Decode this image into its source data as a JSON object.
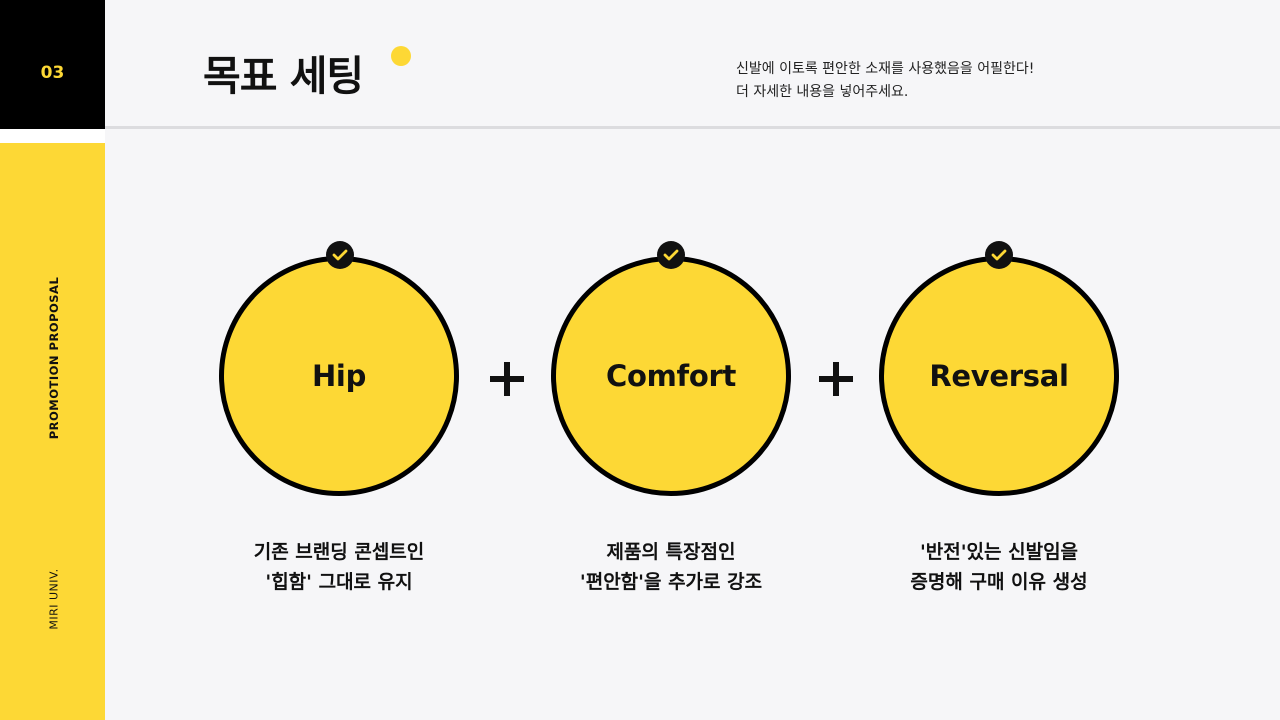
{
  "sidebar": {
    "page_number": "03",
    "vertical_label": "PROMOTION PROPOSAL",
    "footer_label": "MIRI UNIV."
  },
  "header": {
    "title": "목표 세팅",
    "description_line1": "신발에 이토록 편안한 소재를 사용했음을 어필한다!",
    "description_line2": "더 자세한 내용을 넣어주세요."
  },
  "colors": {
    "accent": "#fdd835",
    "dark": "#111111",
    "background": "#f6f6f8"
  },
  "goals": [
    {
      "label": "Hip",
      "icon": "check-icon",
      "caption_line1": "기존 브랜딩 콘셉트인",
      "caption_line2": "'힙함' 그대로 유지"
    },
    {
      "label": "Comfort",
      "icon": "check-icon",
      "caption_line1": "제품의 특장점인",
      "caption_line2": "'편안함'을 추가로 강조"
    },
    {
      "label": "Reversal",
      "icon": "check-icon",
      "caption_line1": "'반전'있는 신발임을",
      "caption_line2": "증명해 구매 이유 생성"
    }
  ],
  "connector_icon": "plus-icon"
}
